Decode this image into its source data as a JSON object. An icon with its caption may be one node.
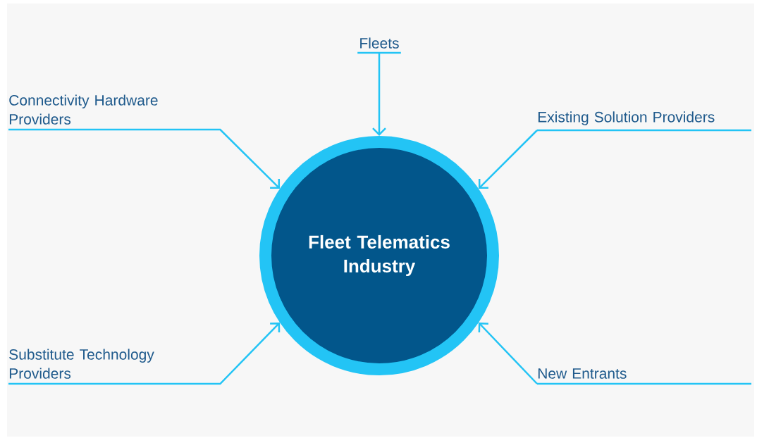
{
  "diagram": {
    "nodes": [
      {
        "text": [
          "Fleets"
        ]
      },
      {
        "text": [
          "Connectivity Hardware Providers"
        ]
      },
      {
        "text": [
          "Existing Solution Providers"
        ]
      },
      {
        "text": [
          "Fleet Telematics Industry"
        ]
      },
      {
        "text": [
          "Substitute Technology Providers"
        ]
      },
      {
        "text": [
          "New Entrants"
        ]
      }
    ],
    "edges": [
      {
        "from": 0,
        "to": 3,
        "arrow": "to"
      },
      {
        "from": 1,
        "to": 3,
        "arrow": "to"
      },
      {
        "from": 2,
        "to": 3,
        "arrow": "to"
      },
      {
        "from": 4,
        "to": 3,
        "arrow": "to"
      },
      {
        "from": 5,
        "to": 3,
        "arrow": "to"
      }
    ]
  }
}
